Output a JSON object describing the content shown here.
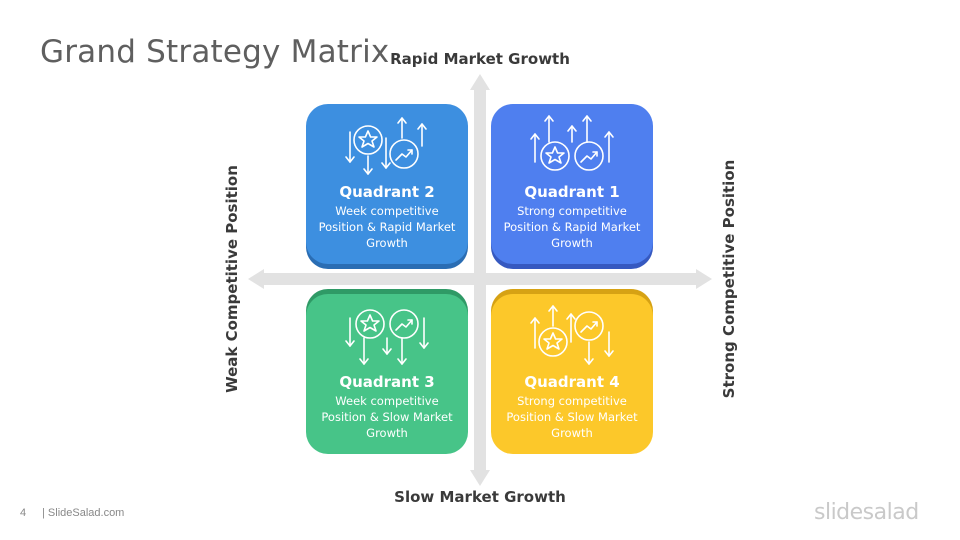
{
  "title": "Grand Strategy Matrix",
  "axes": {
    "top": "Rapid Market Growth",
    "bottom": "Slow Market Growth",
    "left": "Weak Competitive Position",
    "right": "Strong Competitive Position"
  },
  "quadrants": [
    {
      "title": "Quadrant 2",
      "desc": "Week competitive Position & Rapid Market Growth",
      "color": "#3d8fe0",
      "icon": "star-growth-arrows-icon"
    },
    {
      "title": "Quadrant 1",
      "desc": "Strong competitive Position & Rapid Market Growth",
      "color": "#4f7fef",
      "icon": "star-growth-arrows-icon"
    },
    {
      "title": "Quadrant 3",
      "desc": "Week competitive Position & Slow Market Growth",
      "color": "#47c488",
      "icon": "star-growth-arrows-icon"
    },
    {
      "title": "Quadrant 4",
      "desc": "Strong competitive Position & Slow Market Growth",
      "color": "#fcc82a",
      "icon": "star-growth-arrows-icon"
    }
  ],
  "footer": {
    "page_number": "4",
    "site": "| SlideSalad.com",
    "brand": "slidesalad"
  }
}
